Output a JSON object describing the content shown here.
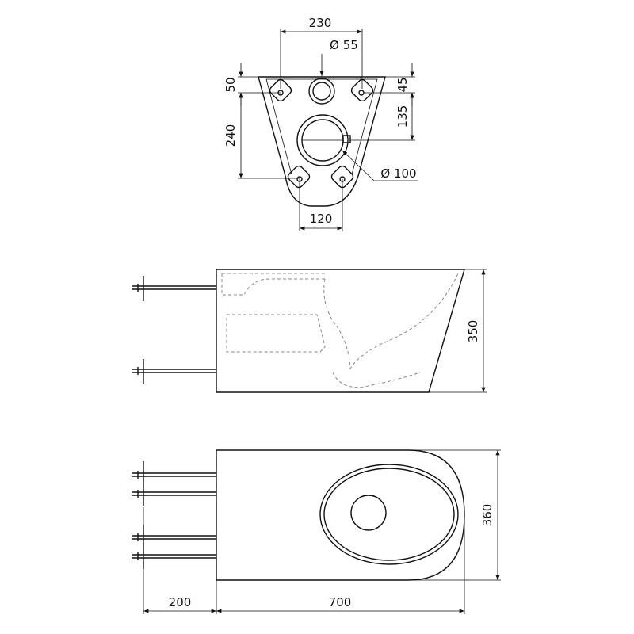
{
  "top_view": {
    "dim_width": "230",
    "dim_pipe_small": "Ø 55",
    "dim_left_top": "50",
    "dim_right_top": "45",
    "dim_left_height": "240",
    "dim_right_height": "135",
    "dim_pipe_large": "Ø 100",
    "dim_bottom_width": "120"
  },
  "side_view": {
    "dim_height": "350"
  },
  "plan_view": {
    "dim_depth": "360",
    "dim_bolt_length": "200",
    "dim_total_length": "700"
  }
}
